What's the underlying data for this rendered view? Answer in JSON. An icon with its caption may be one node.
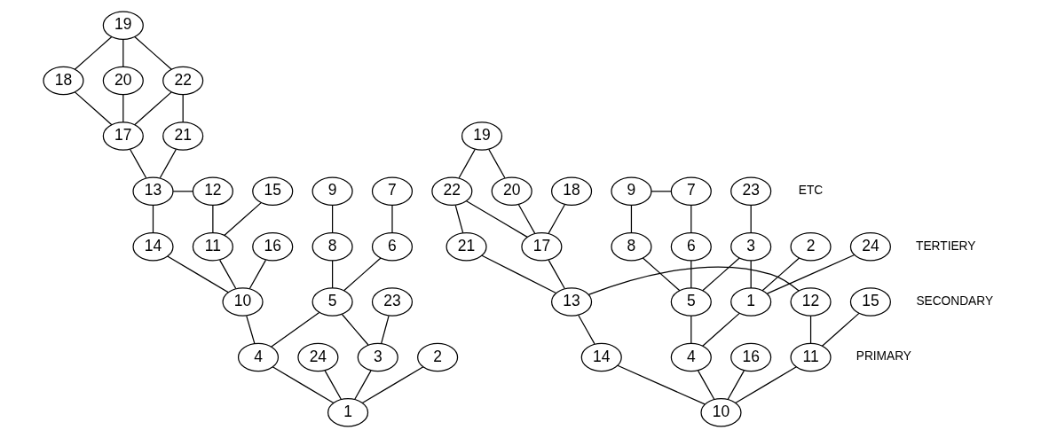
{
  "diagram": {
    "nodes": [
      {
        "text": [
          "19"
        ]
      },
      {
        "text": [
          "20"
        ]
      },
      {
        "text": [
          "18"
        ]
      },
      {
        "text": [
          "22"
        ]
      },
      {
        "text": [
          "17"
        ]
      },
      {
        "text": [
          "21"
        ]
      },
      {
        "text": [
          "19"
        ]
      },
      {
        "text": [
          "7"
        ]
      },
      {
        "text": [
          "9"
        ]
      },
      {
        "text": [
          "13"
        ]
      },
      {
        "text": [
          "12"
        ]
      },
      {
        "text": [
          "15"
        ]
      },
      {
        "text": [
          "23"
        ]
      },
      {
        "text": [
          "9"
        ]
      },
      {
        "text": [
          "7"
        ]
      },
      {
        "text": [
          "20"
        ]
      },
      {
        "text": [
          "18"
        ]
      },
      {
        "text": [
          "22"
        ]
      },
      {
        "text": [
          "6"
        ]
      },
      {
        "text": [
          "8"
        ]
      },
      {
        "text": [
          "16"
        ]
      },
      {
        "text": [
          "14"
        ]
      },
      {
        "text": [
          "11"
        ]
      },
      {
        "text": [
          "24"
        ]
      },
      {
        "text": [
          "2"
        ]
      },
      {
        "text": [
          "3"
        ]
      },
      {
        "text": [
          "8"
        ]
      },
      {
        "text": [
          "6"
        ]
      },
      {
        "text": [
          "17"
        ]
      },
      {
        "text": [
          "21"
        ]
      },
      {
        "text": [
          "5"
        ]
      },
      {
        "text": [
          "10"
        ]
      },
      {
        "text": [
          "23"
        ]
      },
      {
        "text": [
          "1"
        ]
      },
      {
        "text": [
          "5"
        ]
      },
      {
        "text": [
          "15"
        ]
      },
      {
        "text": [
          "12"
        ]
      },
      {
        "text": [
          "13"
        ]
      },
      {
        "text": [
          "24"
        ]
      },
      {
        "text": [
          "4"
        ]
      },
      {
        "text": [
          "3"
        ]
      },
      {
        "text": [
          "2"
        ]
      },
      {
        "text": [
          "4"
        ]
      },
      {
        "text": [
          "16"
        ]
      },
      {
        "text": [
          "11"
        ]
      },
      {
        "text": [
          "14"
        ]
      },
      {
        "text": [
          "1"
        ]
      },
      {
        "text": [
          "10"
        ]
      }
    ],
    "edges": [
      {
        "from": 0,
        "to": 1,
        "arrow": "none"
      },
      {
        "from": 0,
        "to": 2,
        "arrow": "none"
      },
      {
        "from": 0,
        "to": 3,
        "arrow": "none"
      },
      {
        "from": 1,
        "to": 4,
        "arrow": "none"
      },
      {
        "from": 2,
        "to": 4,
        "arrow": "none"
      },
      {
        "from": 3,
        "to": 4,
        "arrow": "none"
      },
      {
        "from": 3,
        "to": 5,
        "arrow": "none"
      },
      {
        "from": 4,
        "to": 9,
        "arrow": "none"
      },
      {
        "from": 5,
        "to": 9,
        "arrow": "none"
      },
      {
        "from": 9,
        "to": 10,
        "arrow": "none"
      },
      {
        "from": 7,
        "to": 18,
        "arrow": "none"
      },
      {
        "from": 8,
        "to": 19,
        "arrow": "none"
      },
      {
        "from": 9,
        "to": 21,
        "arrow": "none"
      },
      {
        "from": 10,
        "to": 22,
        "arrow": "none"
      },
      {
        "from": 11,
        "to": 22,
        "arrow": "none"
      },
      {
        "from": 18,
        "to": 30,
        "arrow": "none"
      },
      {
        "from": 19,
        "to": 30,
        "arrow": "none"
      },
      {
        "from": 20,
        "to": 31,
        "arrow": "none"
      },
      {
        "from": 21,
        "to": 31,
        "arrow": "none"
      },
      {
        "from": 22,
        "to": 31,
        "arrow": "none"
      },
      {
        "from": 30,
        "to": 39,
        "arrow": "none"
      },
      {
        "from": 30,
        "to": 40,
        "arrow": "none"
      },
      {
        "from": 31,
        "to": 39,
        "arrow": "none"
      },
      {
        "from": 32,
        "to": 40,
        "arrow": "none"
      },
      {
        "from": 38,
        "to": 46,
        "arrow": "none"
      },
      {
        "from": 39,
        "to": 46,
        "arrow": "none"
      },
      {
        "from": 40,
        "to": 46,
        "arrow": "none"
      },
      {
        "from": 41,
        "to": 46,
        "arrow": "none"
      },
      {
        "from": 6,
        "to": 15,
        "arrow": "none"
      },
      {
        "from": 6,
        "to": 17,
        "arrow": "none"
      },
      {
        "from": 13,
        "to": 14,
        "arrow": "none"
      },
      {
        "from": 12,
        "to": 25,
        "arrow": "none"
      },
      {
        "from": 13,
        "to": 26,
        "arrow": "none"
      },
      {
        "from": 14,
        "to": 27,
        "arrow": "none"
      },
      {
        "from": 15,
        "to": 28,
        "arrow": "none"
      },
      {
        "from": 16,
        "to": 28,
        "arrow": "none"
      },
      {
        "from": 17,
        "to": 28,
        "arrow": "none"
      },
      {
        "from": 17,
        "to": 29,
        "arrow": "none"
      },
      {
        "from": 23,
        "to": 33,
        "arrow": "none"
      },
      {
        "from": 24,
        "to": 33,
        "arrow": "none"
      },
      {
        "from": 25,
        "to": 33,
        "arrow": "none"
      },
      {
        "from": 25,
        "to": 34,
        "arrow": "none"
      },
      {
        "from": 26,
        "to": 34,
        "arrow": "none"
      },
      {
        "from": 27,
        "to": 34,
        "arrow": "none"
      },
      {
        "from": 28,
        "to": 37,
        "arrow": "none"
      },
      {
        "from": 29,
        "to": 37,
        "arrow": "none"
      },
      {
        "from": 36,
        "to": 37,
        "arrow": "none"
      },
      {
        "from": 33,
        "to": 42,
        "arrow": "none"
      },
      {
        "from": 34,
        "to": 42,
        "arrow": "none"
      },
      {
        "from": 35,
        "to": 44,
        "arrow": "none"
      },
      {
        "from": 36,
        "to": 44,
        "arrow": "none"
      },
      {
        "from": 37,
        "to": 45,
        "arrow": "none"
      },
      {
        "from": 42,
        "to": 47,
        "arrow": "none"
      },
      {
        "from": 43,
        "to": 47,
        "arrow": "none"
      },
      {
        "from": 44,
        "to": 47,
        "arrow": "none"
      },
      {
        "from": 45,
        "to": 47,
        "arrow": "none"
      }
    ],
    "labels": [
      "ETC",
      "TERTIERY",
      "SECONDARY",
      "PRIMARY"
    ]
  }
}
